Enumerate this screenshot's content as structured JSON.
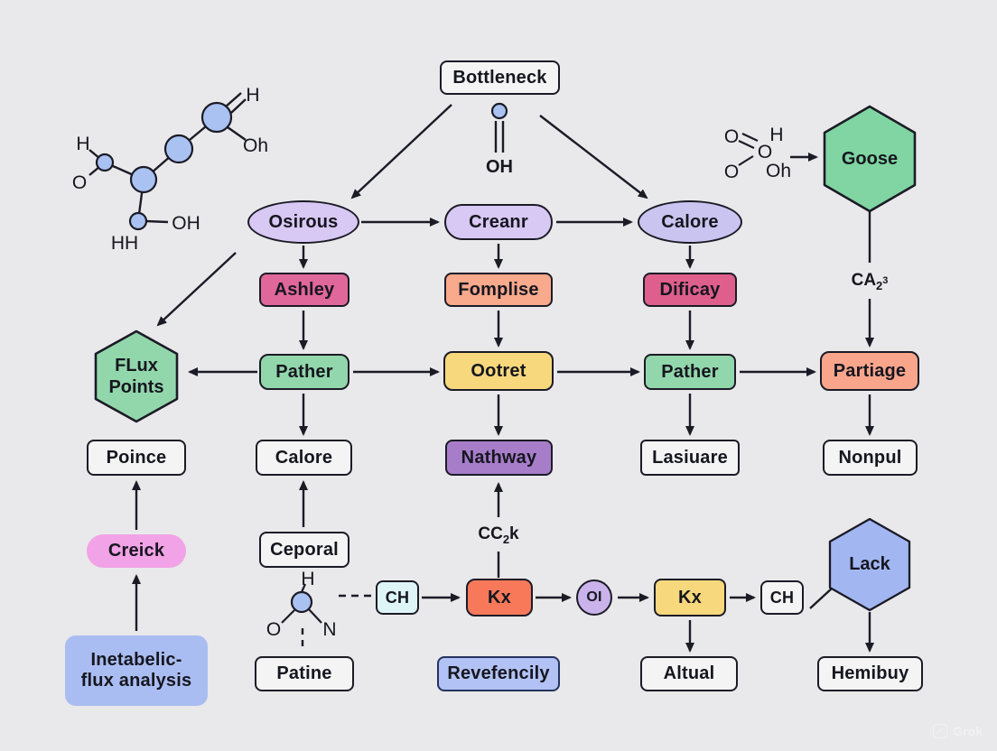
{
  "colors": {
    "background": "#e9e8ea",
    "stroke": "#1b1b26",
    "white_node": "#f4f4f5",
    "lavender": "#d8c8f4",
    "lavender_blue": "#c9c5f0",
    "pink_red": "#e0679a",
    "pink_red_dark": "#de5f8c",
    "salmon": "#f9a98c",
    "green": "#92d7ab",
    "green_dark": "#80d5a2",
    "yellow": "#f7d87c",
    "purple": "#a77dc9",
    "pink": "#f2a2e6",
    "periwinkle": "#aabdf2",
    "blue_hex": "#a2b6f2",
    "blue_box": "#b2c2f4",
    "cyan": "#def5f8",
    "orange_red": "#f7795a",
    "oi_purple": "#cab3ea",
    "atom_blue": "#a9c2f2"
  },
  "nodes": {
    "bottleneck": "Bottleneck",
    "osirous": "Osirous",
    "creanr": "Creanr",
    "calore_top": "Calore",
    "ashley": "Ashley",
    "fomplise": "Fomplise",
    "dificay": "Dificay",
    "flux_line1": "FLux",
    "flux_line2": "Points",
    "pather1": "Pather",
    "ootret": "Ootret",
    "pather2": "Pather",
    "partiage": "Partiage",
    "goose": "Goose",
    "poince": "Poince",
    "calore_mid": "Calore",
    "nathway": "Nathway",
    "lasiuare": "Lasiuare",
    "nonpul": "Nonpul",
    "creick": "Creick",
    "ceporal": "Ceporal",
    "metabolic_line1": "Inetabelic-",
    "metabolic_line2": "flux analysis",
    "patine": "Patine",
    "ch_cyan": "CH",
    "kx_orange": "Kx",
    "oi": "OI",
    "kx_yellow": "Kx",
    "ch_white": "CH",
    "lack": "Lack",
    "revefencily": "Revefencily",
    "altual": "Altual",
    "hemibuy": "Hemibuy"
  },
  "formulas": {
    "ca23": {
      "base": "CA",
      "sub": "2",
      "small": "3"
    },
    "cc2k": {
      "base": "CC",
      "sub": "2",
      "tail": "k"
    },
    "oh_center": "OH"
  },
  "atoms": {
    "mol_top_left": {
      "h_top": "H",
      "oh_right": "Oh",
      "h_left": "H",
      "o_left": "O",
      "oh_bottom": "OH",
      "hh": "HH"
    },
    "mol_top_right": {
      "o_top": "O",
      "o_mid": "O",
      "o_bottom": "O",
      "h": "H",
      "oh": "Oh"
    },
    "mol_bottom": {
      "h": "H",
      "o": "O",
      "n": "N"
    }
  },
  "watermark": "Grok"
}
